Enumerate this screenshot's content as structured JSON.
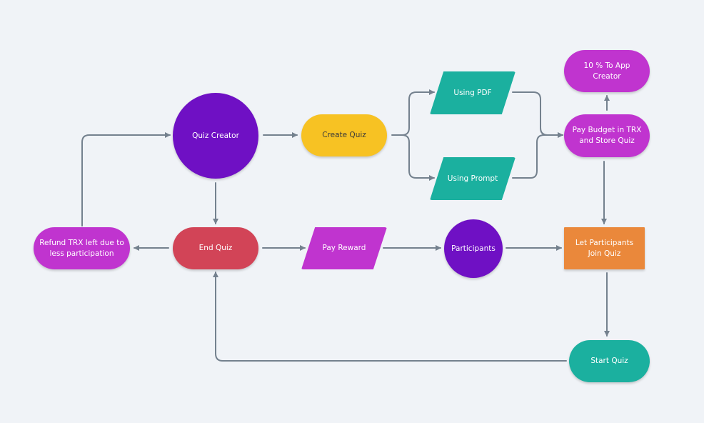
{
  "colors": {
    "background": "#f0f3f7",
    "edge": "#74818e",
    "purple_dark": "#6f10c4",
    "magenta": "#c034cf",
    "yellow": "#f7c223",
    "teal": "#1bb09f",
    "red": "#d24457",
    "orange": "#ea883b"
  },
  "nodes": {
    "quiz_creator": "Quiz Creator",
    "create_quiz": "Create Quiz",
    "using_pdf": "Using PDF",
    "using_prompt": "Using Prompt",
    "app_creator": "10 % To App Creator",
    "pay_budget": "Pay Budget in TRX and Store Quiz",
    "refund": "Refund TRX left due to less participation",
    "end_quiz": "End Quiz",
    "pay_reward": "Pay Reward",
    "participants": "Participants",
    "let_participants": "Let Participants Join Quiz",
    "start_quiz": "Start Quiz"
  },
  "edges": [
    {
      "from": "Quiz Creator",
      "to": "Create Quiz"
    },
    {
      "from": "Create Quiz",
      "to": "Using PDF"
    },
    {
      "from": "Create Quiz",
      "to": "Using Prompt"
    },
    {
      "from": "Using PDF",
      "to": "Pay Budget in TRX and Store Quiz"
    },
    {
      "from": "Using Prompt",
      "to": "Pay Budget in TRX and Store Quiz"
    },
    {
      "from": "Pay Budget in TRX and Store Quiz",
      "to": "10 % To App Creator"
    },
    {
      "from": "Pay Budget in TRX and Store Quiz",
      "to": "Let Participants Join Quiz"
    },
    {
      "from": "Quiz Creator",
      "to": "End Quiz"
    },
    {
      "from": "End Quiz",
      "to": "Refund TRX left due to less participation"
    },
    {
      "from": "Refund TRX left due to less participation",
      "to": "Quiz Creator"
    },
    {
      "from": "End Quiz",
      "to": "Pay Reward"
    },
    {
      "from": "Pay Reward",
      "to": "Participants"
    },
    {
      "from": "Participants",
      "to": "Let Participants Join Quiz"
    },
    {
      "from": "Let Participants Join Quiz",
      "to": "Start Quiz"
    },
    {
      "from": "Start Quiz",
      "to": "End Quiz"
    }
  ]
}
